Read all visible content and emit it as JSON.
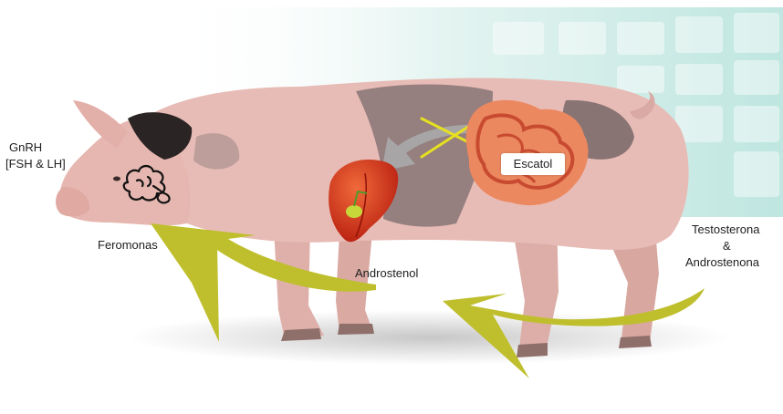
{
  "labels": {
    "gnrh": "GnRH",
    "fsh_lh": "[FSH & LH]",
    "feromonas": "Feromonas",
    "androstenol": "Androstenol",
    "escatol": "Escatol",
    "testosterona": "Testosterona",
    "ampersand": "&",
    "androstenona": "Androstenona"
  },
  "colors": {
    "background_band": "#d6eeea",
    "pig_skin": "#e8bcb6",
    "pig_patch": "#7a6b6c",
    "yellow_arrow": "#bfbf2e",
    "grey_arrow": "#a8a8a8",
    "liver": "#d42b18",
    "gall_bladder": "#c6d83a",
    "intestine": "#e07050",
    "cross": "#e6e020"
  }
}
